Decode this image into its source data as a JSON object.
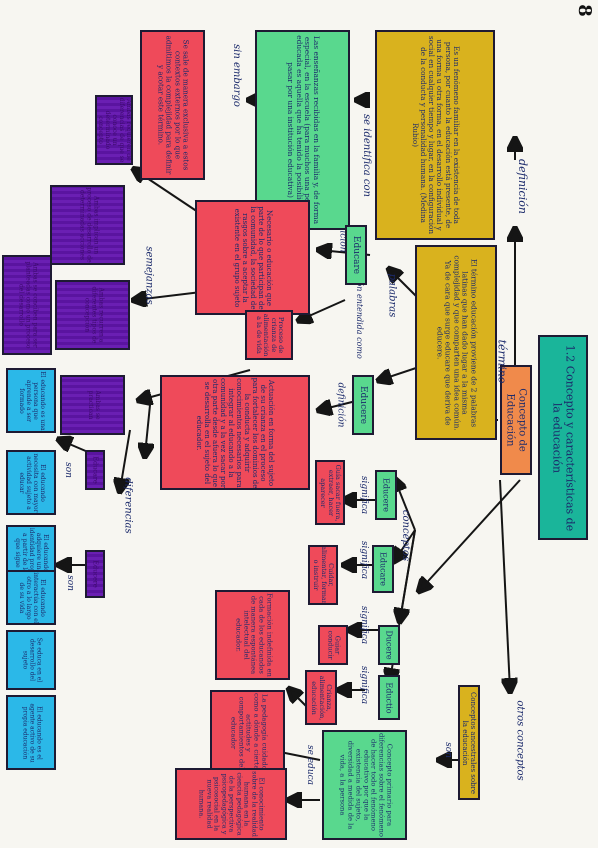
{
  "page_number": "8",
  "title": {
    "main": "1.2 Concepto y características de la educación",
    "concept": "Concepto de Educación"
  },
  "labels": {
    "definicion": "definición",
    "termino": "término",
    "se_identifica_con": "se identifica con",
    "sin_embargo": "sin embargo",
    "palabras": "palabras",
    "definicion_educare": "definición",
    "definicion_educere": "definición",
    "entendida_como": "educación entendida como",
    "conceptos": "conceptos",
    "significa_1": "significa",
    "significa_2": "significa",
    "significa_3": "significa",
    "significa_4": "significa",
    "otros_conceptos": "otros conceptos",
    "son": "son",
    "se_educa": "se educa",
    "semejanzas": "semejanzas",
    "diferencias": "diferencias",
    "son_1": "son",
    "son_2": "son"
  },
  "boxes": {
    "definition_text": "Es un fenómeno familiar en la existencia de toda persona, por cuanto la educación está presente, de una forma u otra forma, en el desarrollo individual y social en cualquier tiempo y lugar, en la configuración de la conducta y personalidad humana. (Medina Rubio)",
    "identifica_text": "Las enseñanzas recibidas en la familia y, de forma especial, en la escuela (para muchos una persona educada es aquella que ha tenido la posibilidad de pasar por una institución educativa)",
    "sin_embargo_text": "Se sale de manera exclusiva a estos contextos externos por lo que admitimos la complejidad para definir y acotar este término.",
    "termino_text": "El término educación proviene de 2 palabras latinas que han dado lugar a la misma complejidad y que comparten una idea común. Ya de cara que surge educare que deriva de educere.",
    "educare_label": "Educare",
    "educere_label": "Educere",
    "educare_def": "Necesario o educación que parte de lo que participan de la comunidad, la sociedad de rasgos sobre a aceptar la existente en el grupo sujeto",
    "entendida_text": "Proceso de crianza de alimentación a la de vida",
    "educere_def": "Actuación en forma del sujeto de su crianza en el proceso para fortalecer los dominios de la conducta y adquirir conocimientos necesarios para integrar al educando a la comunidad y a la vez sacar por otra parte desde afuera lo que se desarrolla en el sujeto del educador.",
    "c_educere": "Educere",
    "c_educere_def": "Guía sacar fuera, extraer, hacer aparecer",
    "c_educare": "Educare",
    "c_educare_def": "Cuidar, alimentar, formar o instruir",
    "c_ducere": "Ducere",
    "c_ducere_def": "Guiar conducir",
    "c_eductio": "Eductio",
    "c_eductio_def": "Crianza, alimentación, educación",
    "otros_header": "Conceptos ancestrales sobre la educación",
    "otros_text": "Concepto primario para diferencias sobre el fenómeno de hacer todo el fenómeno educativo por que la existencia del sujeto, diversidad a medida de la vida, a la persona",
    "formacion_text": "Formación indefinida en cada de los educandos de manera espontánea intelectual del educador.",
    "pedagogia_text": "La pedagogía cuidado, como a dónde a ciertas actitudes y comportamientos del educador",
    "conocimiento_text": "El conocimiento sobre de la realidad humana en la ciencia pedagógica de la perspectiva psicopedagógica y psicosocial en la nueva realidad humana.",
    "sem_1": "Ambas requieren de diferencias de que se conoce un determinado concepto",
    "sem_2": "Ambas implican un proceso de desarrollo de determinadas acciones",
    "sem_3": "Ambas se conciben para ser planteadas como un proceso del desarrollo",
    "sem_4": "Ambas recurren a diferentes tipos de concepción",
    "sem_5": "Ambas se practican",
    "dif_educare_label": "Educare",
    "dif_educere_label": "Educere",
    "dif_1": "El educando es una persona que aprende a ser formado",
    "dif_2": "El educando necesita con mayor actividad sujeto a educar",
    "dif_3": "El educando adquiere una identidad propia a partir de la que sigue",
    "dif_4": "El educando interactúa con el otro a lo largo de su vida",
    "dif_5": "Se educa en el desarrollo del sujeto",
    "dif_6": "El educando es el agente activo de su propia educación"
  }
}
